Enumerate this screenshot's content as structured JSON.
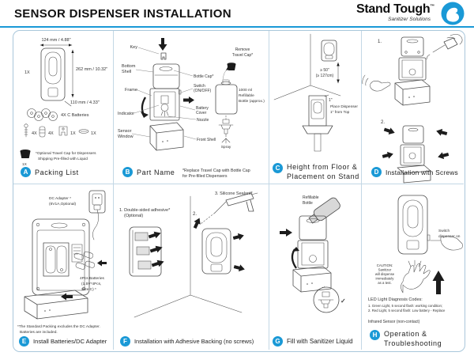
{
  "header": {
    "title": "SENSOR DISPENSER INSTALLATION",
    "brand_name": "Stand Tough",
    "brand_tm": "™",
    "brand_tagline": "Sanitizer Solutions"
  },
  "colors": {
    "accent": "#1a99d6",
    "border": "#a9c7db"
  },
  "panels": {
    "a": {
      "letter": "A",
      "title": "Packing List",
      "dim_width": "124 mm / 4.88\"",
      "dim_height": "262 mm / 10.32\"",
      "dim_depth": "110 mm / 4.33\"",
      "qty_dispenser": "1X",
      "batteries": "4X C Batteries",
      "qty_screws": "4X",
      "qty_anchors": "4X",
      "qty_key": "1X",
      "qty_clip": "1X",
      "qty_cap": "1X",
      "cap_note_1": "*Optional Travel Cap for Dispensers",
      "cap_note_2": "Shipping Pre-filled with Liquid"
    },
    "b": {
      "letter": "B",
      "title": "Part Name",
      "labels": {
        "key": "Key",
        "bottom_1": "Bottom",
        "bottom_2": "Shell",
        "frame": "Frame",
        "indicator": "Indicator",
        "sensor_1": "Sensor",
        "sensor_2": "Window",
        "bottle_cap": "Bottle Cap*",
        "switch_1": "Switch",
        "switch_2": "(ON/OFF)",
        "battery_1": "Battery",
        "battery_2": "Cover",
        "nozzle": "Nozzle",
        "front_shell": "Front Shell",
        "remove_1": "Remove",
        "remove_2": "Travel Cap*",
        "bottle_1": "1000 ml",
        "bottle_2": "Refillable",
        "bottle_3": "Bottle (approx.)",
        "spray": "Spray"
      },
      "note_1": "*Replace Travel Cap with Bottle Cap",
      "note_2": "for Pre-filled Dispensers"
    },
    "c": {
      "letter": "C",
      "title_1": "Height from Floor &",
      "title_2": "Placement on Stand",
      "height_1": "≥ 50\"",
      "height_2": "(≥ 127cm)",
      "gap": "1\"",
      "place_1": "Place Dispenser",
      "place_2": "1\" from Top"
    },
    "d": {
      "letter": "D",
      "title": "Installation with Screws",
      "step_1": "1.",
      "step_2": "2."
    },
    "e": {
      "letter": "E",
      "title": "Install Batteries/DC Adapter",
      "adapter_1": "DC Adapter *",
      "adapter_2": "(6V1A,Optional)",
      "batt_1": "4Pcs Batteries",
      "batt_2": "(1.5V*4Pcs,",
      "batt_3": "Size C) *",
      "note_1": "*The Standard Packing excludes the DC Adapter.",
      "note_2": "Batteries are included."
    },
    "f": {
      "letter": "F",
      "title": "Installation with Adhesive Backing (no screws)",
      "step_1a": "1. Double-sided adhesive*",
      "step_1b": "(Optional)",
      "step_2": "2.",
      "step_3": "3. Silicone Sealant*"
    },
    "g": {
      "letter": "G",
      "title": "Fill with Sanitizer Liquid",
      "bottle_1": "Refillable",
      "bottle_2": "Bottle",
      "check": "✓"
    },
    "h": {
      "letter": "H",
      "title_1": "Operation &",
      "title_2": "Troubleshooting",
      "switch_1": "Switch",
      "switch_2": "dispenser on",
      "caution": [
        "CAUTION:",
        "Sanitizer",
        "will dispense",
        "immediately",
        "as a test."
      ],
      "led_title": "LED Light Diagnosis Codes:",
      "led_1": "1. Green Light, 5 second flash: working condition;",
      "led_2": "2. Red Light, 5 second flash: Low battery - Replace",
      "sensor": "Infrared Sensor (non-contact)"
    }
  }
}
